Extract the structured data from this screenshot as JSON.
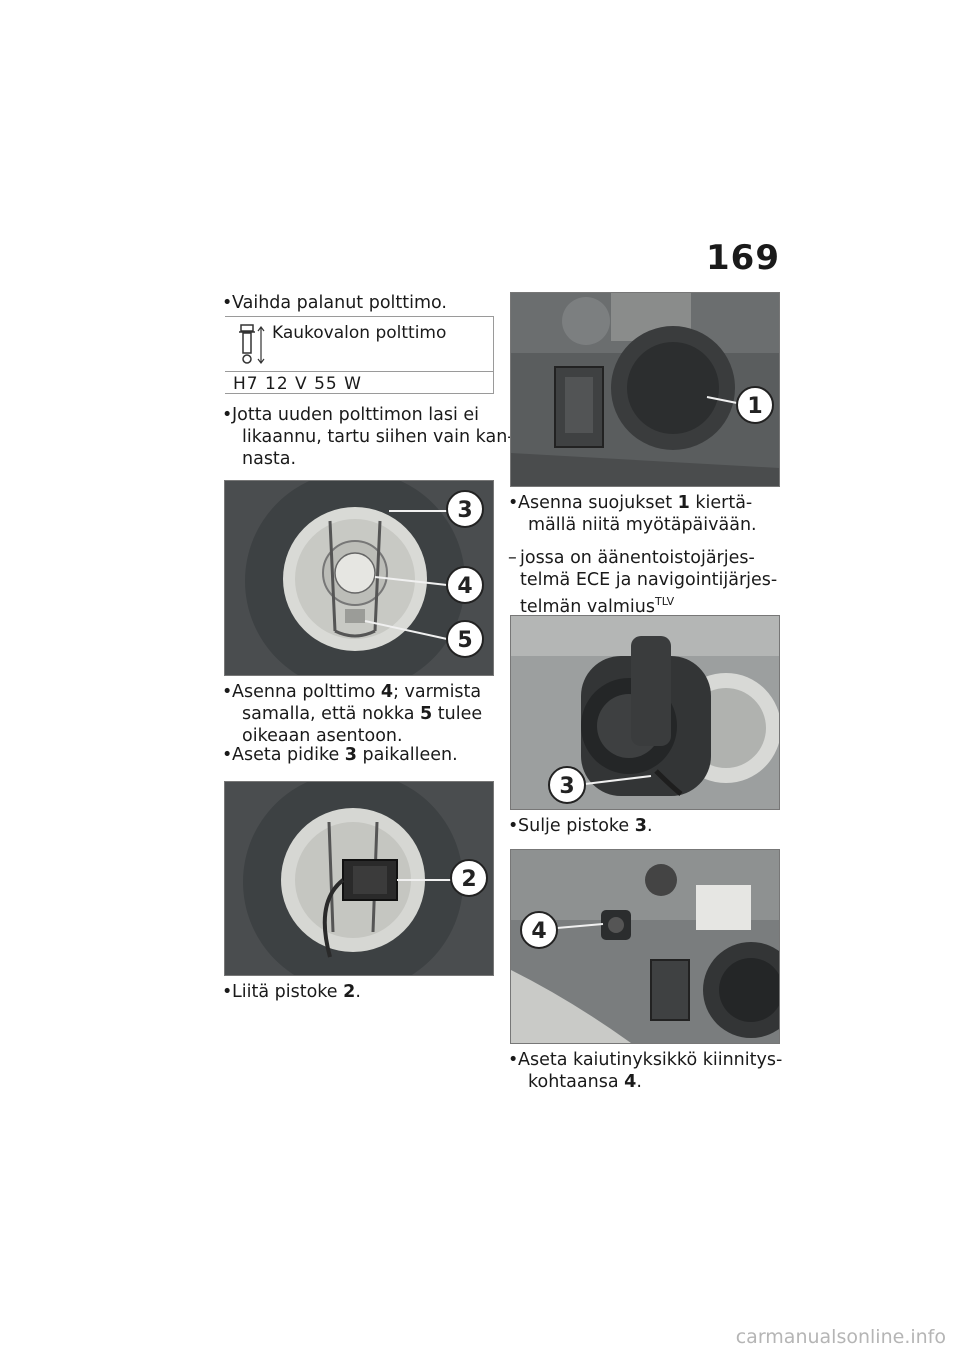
{
  "page_number": "169",
  "left": {
    "step1": "Vaihda palanut polttimo.",
    "spec_label": "Kaukovalon polttimo",
    "spec_value": "H7 12 V 55 W",
    "step2": "Jotta uuden polttimon lasi ei likaannu, tartu siihen vain kannasta.",
    "step2_lines": [
      "Jotta uuden polttimon lasi ei",
      "likaannu, tartu siihen vain kan-",
      "nasta."
    ],
    "fig1_callouts": [
      "3",
      "4",
      "5"
    ],
    "step3_lines": [
      {
        "a": "Asenna polttimo ",
        "b": "4",
        "c": "; varmista"
      },
      {
        "a": "samalla, että nokka ",
        "b": "5",
        "c": " tulee"
      },
      {
        "a": "oikeaan asentoon.",
        "b": "",
        "c": ""
      }
    ],
    "step4": {
      "a": "Aseta pidike ",
      "b": "3",
      "c": " paikalleen."
    },
    "fig2_callouts": [
      "2"
    ],
    "step5": {
      "a": "Liitä pistoke ",
      "b": "2",
      "c": "."
    }
  },
  "right": {
    "fig3_callouts": [
      "1"
    ],
    "step6_lines": [
      {
        "a": "Asenna suojukset ",
        "b": "1",
        "c": " kiertä-"
      },
      {
        "a": "mällä niitä myötäpäivään.",
        "b": "",
        "c": ""
      }
    ],
    "condition_lines": [
      "jossa on äänentoistojärjes-",
      "telmä ECE ja navigointijärjes-",
      "telmän valmius"
    ],
    "condition_sup": "TLV",
    "fig4_callouts": [
      "3"
    ],
    "step7": {
      "a": "Sulje pistoke ",
      "b": "3",
      "c": "."
    },
    "fig5_callouts": [
      "4"
    ],
    "step8_lines": [
      {
        "a": "Aseta kaiutinyksikkö kiinnitys-",
        "b": "",
        "c": ""
      },
      {
        "a": "kohtaansa ",
        "b": "4",
        "c": "."
      }
    ]
  },
  "watermark": "carmanualsonline.info",
  "icon": "bulb-icon"
}
